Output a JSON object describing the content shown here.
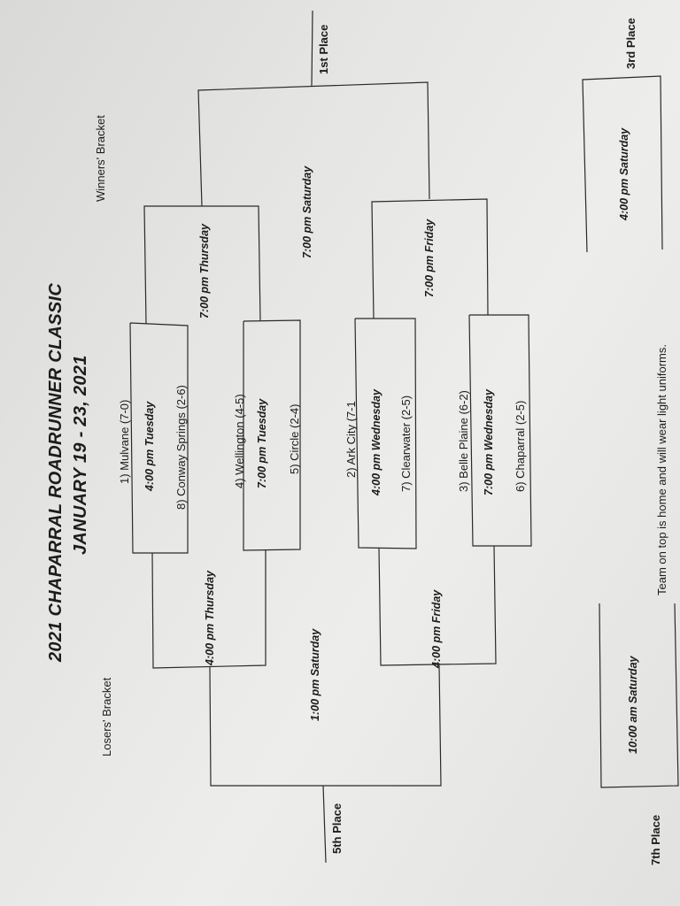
{
  "header": {
    "title_line1": "2021 CHAPARRAL ROADRUNNER CLASSIC",
    "title_line2": "JANUARY 19 - 23, 2021",
    "winners_bracket_label": "Winners' Bracket",
    "losers_bracket_label": "Losers' Bracket"
  },
  "teams": {
    "t1": "1) Mulvane (7-0)",
    "t8": "8) Conway Springs (2-6)",
    "t4": "4) Wellington (4-5)",
    "t5": "5) Circle (2-4)",
    "t2": "2) Ark City (7-1",
    "t7": "7) Clearwater (2-5)",
    "t3": "3) Belle Plaine (6-2)",
    "t6": "6) Chaparral (2-5)"
  },
  "games": {
    "g1": "4:00 pm Tuesday",
    "g2": "7:00 pm Tuesday",
    "g3": "4:00 pm Wednesday",
    "g4": "7:00 pm Wednesday",
    "w_semi1": "7:00 pm Thursday",
    "w_semi2": "7:00 pm Friday",
    "w_final": "7:00 pm Saturday",
    "third": "4:00 pm Saturday",
    "l_semi1": "4:00 pm Thursday",
    "l_semi2": "4:00 pm Friday",
    "fifth": "1:00 pm Saturday",
    "seventh": "10:00 am Saturday"
  },
  "places": {
    "first": "1st Place",
    "third": "3rd Place",
    "fifth": "5th Place",
    "seventh": "7th Place"
  },
  "footer_note": "Team on top is home and will wear light uniforms."
}
